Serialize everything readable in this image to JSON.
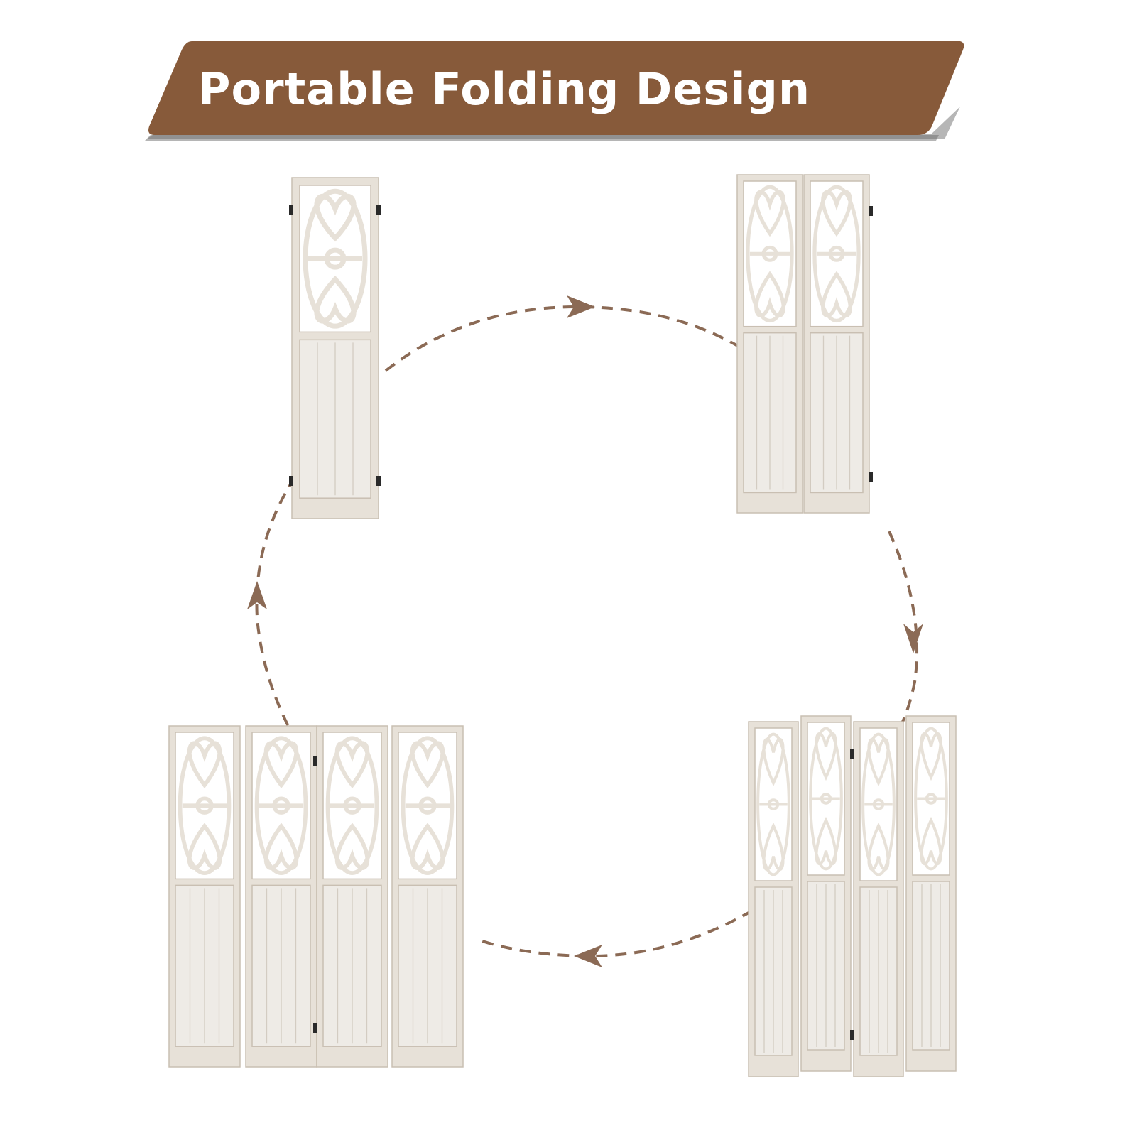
{
  "banner": {
    "title": "Portable Folding Design",
    "color": "#875A3A"
  },
  "cycle": {
    "arrow_color": "#8B6A55",
    "direction": "clockwise"
  },
  "screens": [
    {
      "name": "folded-single-panel",
      "panels": 1
    },
    {
      "name": "two-panel-fold",
      "panels": 2
    },
    {
      "name": "four-panel-zigzag",
      "panels": 4
    },
    {
      "name": "four-panel-open",
      "panels": 4
    }
  ],
  "palette": {
    "frame": "#E7E1D8",
    "frame_shade": "#C9BFB2",
    "panel": "#EEEBE6",
    "plank_line": "#D3CCC2",
    "hinge": "#2a2a2a"
  }
}
